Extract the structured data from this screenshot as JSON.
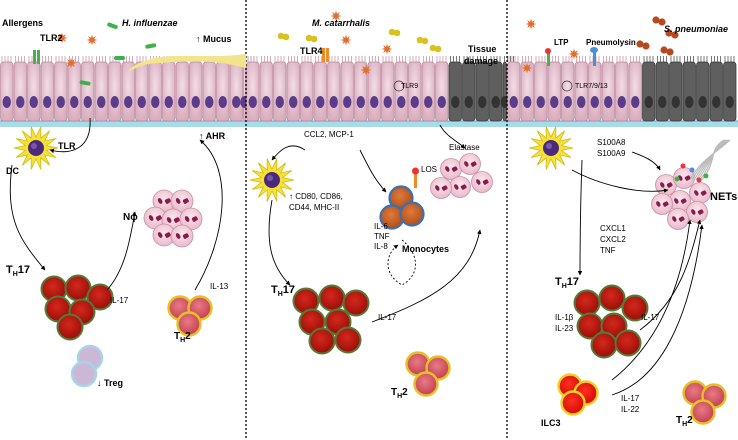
{
  "panel1": {
    "allergens": "Allergens",
    "tlr2": "TLR2",
    "pathogen": "H. influenzae",
    "mucus": "↑ Mucus",
    "tlr": "TLR",
    "ahr": "↑ AHR",
    "dc": "DC",
    "neutrophil": "Nϕ",
    "th17": "TH17",
    "th17_sub": "H",
    "il17": "IL-17",
    "il13": "IL-13",
    "th2": "TH2",
    "treg": "↓ Treg"
  },
  "panel2": {
    "pathogen": "M. catarrhalis",
    "tlr4": "TLR4",
    "tlr9": "TLR9",
    "tissue_damage_1": "Tissue",
    "tissue_damage_2": "damage",
    "ccl2": "CCL2, MCP-1",
    "los": "LOS",
    "elastase": "Elastase",
    "markers_1": "↑ CD80, CD86,",
    "markers_2": "CD44, MHC-II",
    "cyt_1": "IL-6",
    "cyt_2": "TNF",
    "cyt_3": "IL-8",
    "monocytes": "Monocytes",
    "th17": "TH17",
    "il17": "IL-17",
    "th2": "TH2"
  },
  "panel3": {
    "ltp": "LTP",
    "pneumolysin": "Pneumolysin",
    "pathogen": "S. pneumoniae",
    "tlr": "TLR7/9/13",
    "s100_1": "S100A8",
    "s100_2": "S100A9",
    "nets": "NETs",
    "cxcl_1": "CXCL1",
    "cxcl_2": "CXCL2",
    "cxcl_3": "TNF",
    "th17": "TH17",
    "il1b": "IL-1β",
    "il23": "IL-23",
    "il17": "IL-17",
    "ilc3": "ILC3",
    "il17b": "IL-17",
    "il22": "IL-22",
    "th2": "TH2"
  }
}
